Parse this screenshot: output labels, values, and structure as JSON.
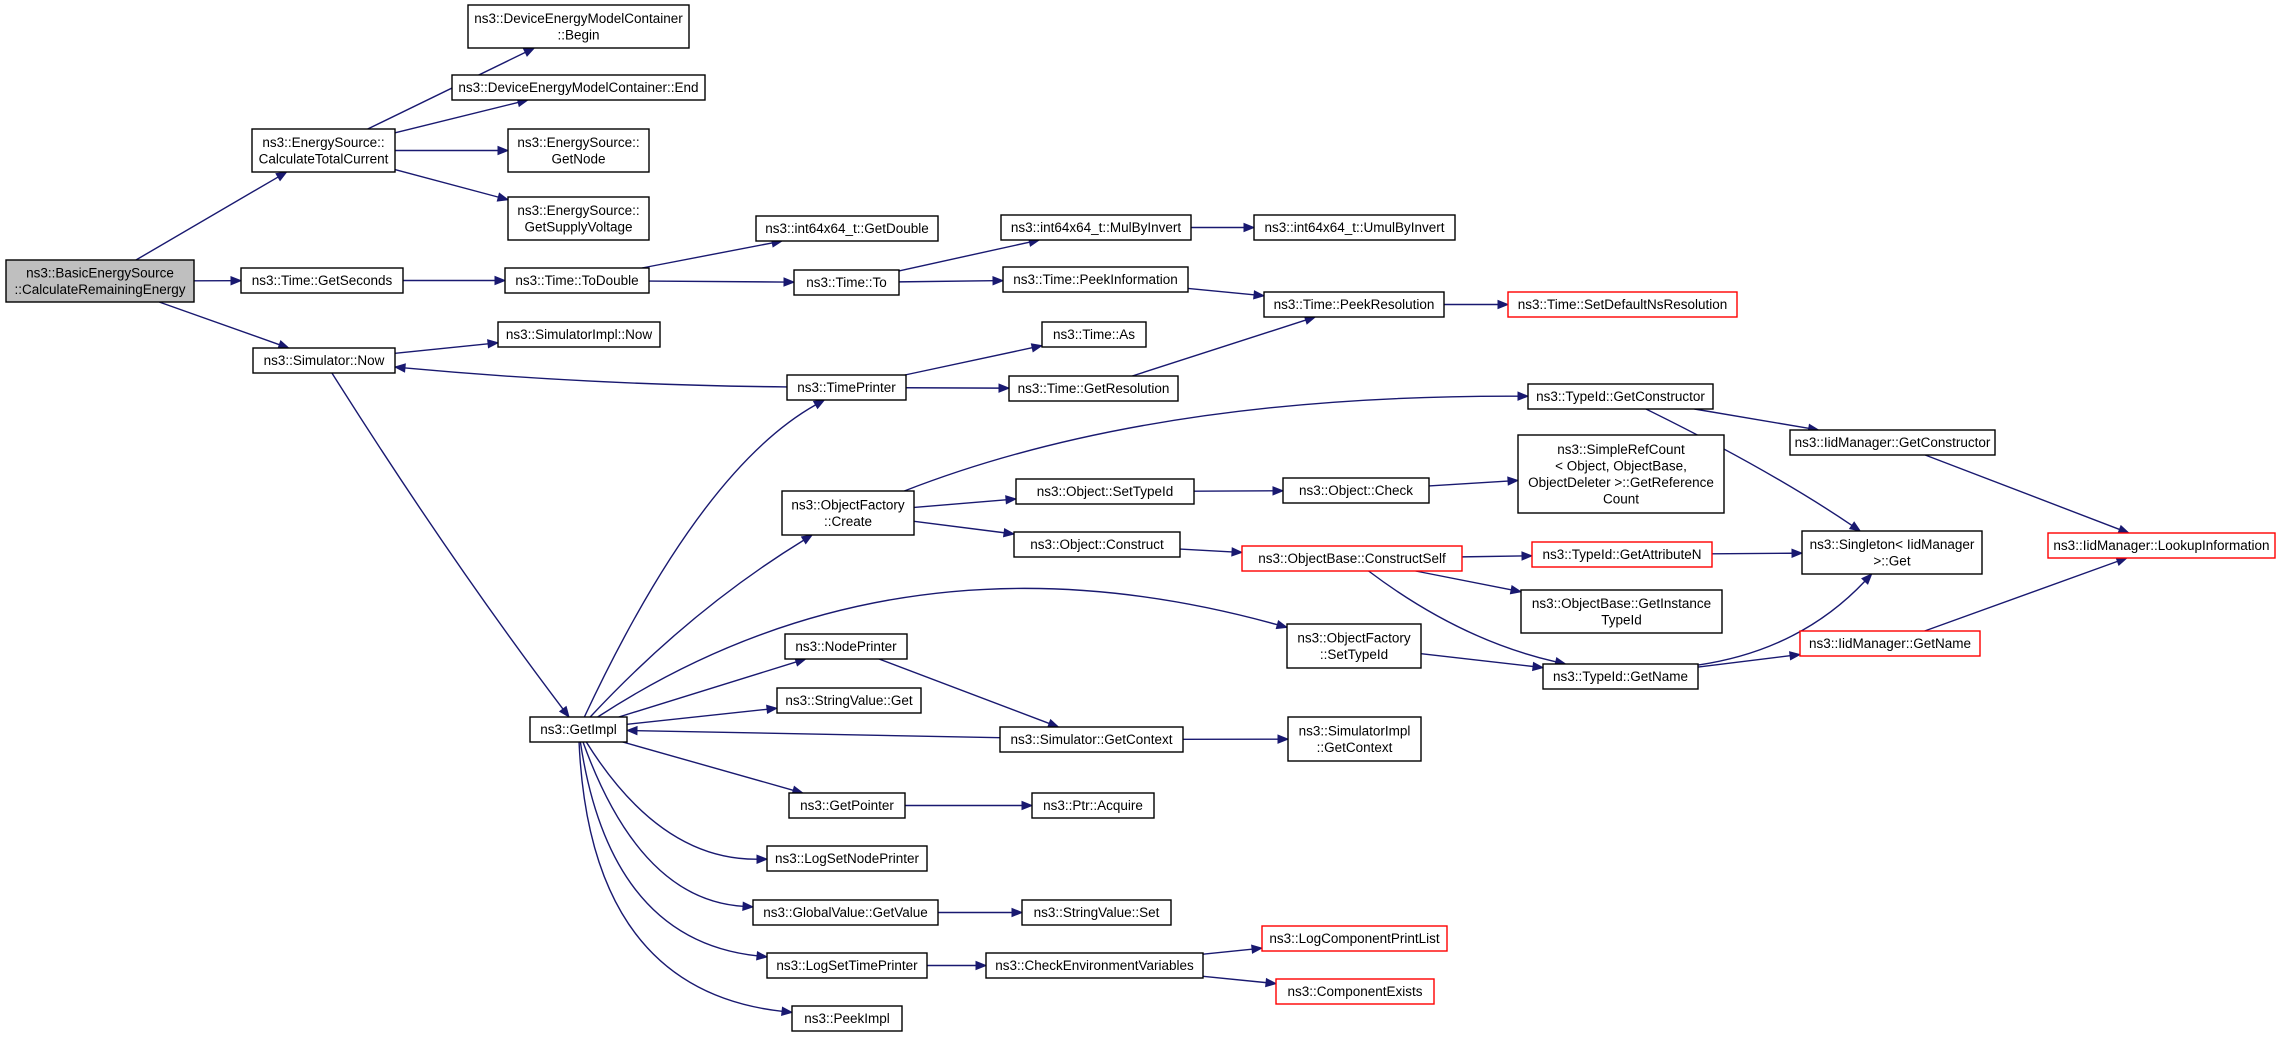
{
  "graph": {
    "nodes": [
      {
        "id": "root",
        "lines": [
          "ns3::BasicEnergySource",
          "::CalculateRemainingEnergy"
        ],
        "style": "current"
      },
      {
        "id": "es_total",
        "lines": [
          "ns3::EnergySource::",
          "CalculateTotalCurrent"
        ],
        "style": "normal"
      },
      {
        "id": "demc_begin",
        "lines": [
          "ns3::DeviceEnergyModelContainer",
          "::Begin"
        ],
        "style": "normal"
      },
      {
        "id": "demc_end",
        "lines": [
          "ns3::DeviceEnergyModelContainer::End"
        ],
        "style": "normal"
      },
      {
        "id": "es_getnode",
        "lines": [
          "ns3::EnergySource::",
          "GetNode"
        ],
        "style": "normal"
      },
      {
        "id": "es_supply",
        "lines": [
          "ns3::EnergySource::",
          "GetSupplyVoltage"
        ],
        "style": "normal"
      },
      {
        "id": "time_getseconds",
        "lines": [
          "ns3::Time::GetSeconds"
        ],
        "style": "normal"
      },
      {
        "id": "time_todouble",
        "lines": [
          "ns3::Time::ToDouble"
        ],
        "style": "normal"
      },
      {
        "id": "i64_getdouble",
        "lines": [
          "ns3::int64x64_t::GetDouble"
        ],
        "style": "normal"
      },
      {
        "id": "time_to",
        "lines": [
          "ns3::Time::To"
        ],
        "style": "normal"
      },
      {
        "id": "i64_mulbyinvert",
        "lines": [
          "ns3::int64x64_t::MulByInvert"
        ],
        "style": "normal"
      },
      {
        "id": "i64_umulbyinvert",
        "lines": [
          "ns3::int64x64_t::UmulByInvert"
        ],
        "style": "normal"
      },
      {
        "id": "time_peekinfo",
        "lines": [
          "ns3::Time::PeekInformation"
        ],
        "style": "normal"
      },
      {
        "id": "time_peekres",
        "lines": [
          "ns3::Time::PeekResolution"
        ],
        "style": "normal"
      },
      {
        "id": "time_setdefault",
        "lines": [
          "ns3::Time::SetDefaultNsResolution"
        ],
        "style": "truncated"
      },
      {
        "id": "sim_now",
        "lines": [
          "ns3::Simulator::Now"
        ],
        "style": "normal"
      },
      {
        "id": "simimpl_now",
        "lines": [
          "ns3::SimulatorImpl::Now"
        ],
        "style": "normal"
      },
      {
        "id": "timeprinter",
        "lines": [
          "ns3::TimePrinter"
        ],
        "style": "normal"
      },
      {
        "id": "time_as",
        "lines": [
          "ns3::Time::As"
        ],
        "style": "normal"
      },
      {
        "id": "time_getres",
        "lines": [
          "ns3::Time::GetResolution"
        ],
        "style": "normal"
      },
      {
        "id": "typeid_getctor",
        "lines": [
          "ns3::TypeId::GetConstructor"
        ],
        "style": "normal"
      },
      {
        "id": "iid_getctor",
        "lines": [
          "ns3::IidManager::GetConstructor"
        ],
        "style": "normal"
      },
      {
        "id": "simplerefcount",
        "lines": [
          "ns3::SimpleRefCount",
          "< Object, ObjectBase,",
          "ObjectDeleter >::GetReference",
          "Count"
        ],
        "style": "normal"
      },
      {
        "id": "of_create",
        "lines": [
          "ns3::ObjectFactory",
          "::Create"
        ],
        "style": "normal"
      },
      {
        "id": "obj_settypeid",
        "lines": [
          "ns3::Object::SetTypeId"
        ],
        "style": "normal"
      },
      {
        "id": "obj_check",
        "lines": [
          "ns3::Object::Check"
        ],
        "style": "normal"
      },
      {
        "id": "obj_construct",
        "lines": [
          "ns3::Object::Construct"
        ],
        "style": "normal"
      },
      {
        "id": "ob_constructself",
        "lines": [
          "ns3::ObjectBase::ConstructSelf"
        ],
        "style": "truncated"
      },
      {
        "id": "typeid_getattrn",
        "lines": [
          "ns3::TypeId::GetAttributeN"
        ],
        "style": "truncated"
      },
      {
        "id": "singleton_get",
        "lines": [
          "ns3::Singleton< IidManager",
          ">::Get"
        ],
        "style": "normal"
      },
      {
        "id": "iid_lookup",
        "lines": [
          "ns3::IidManager::LookupInformation"
        ],
        "style": "truncated"
      },
      {
        "id": "ob_getinstance",
        "lines": [
          "ns3::ObjectBase::GetInstance",
          "TypeId"
        ],
        "style": "normal"
      },
      {
        "id": "nodeprinter",
        "lines": [
          "ns3::NodePrinter"
        ],
        "style": "normal"
      },
      {
        "id": "of_settypeid",
        "lines": [
          "ns3::ObjectFactory",
          "::SetTypeId"
        ],
        "style": "normal"
      },
      {
        "id": "iid_getname",
        "lines": [
          "ns3::IidManager::GetName"
        ],
        "style": "truncated"
      },
      {
        "id": "typeid_getname",
        "lines": [
          "ns3::TypeId::GetName"
        ],
        "style": "normal"
      },
      {
        "id": "getimpl",
        "lines": [
          "ns3::GetImpl"
        ],
        "style": "normal"
      },
      {
        "id": "stringvalue_get",
        "lines": [
          "ns3::StringValue::Get"
        ],
        "style": "normal"
      },
      {
        "id": "sim_getcontext",
        "lines": [
          "ns3::Simulator::GetContext"
        ],
        "style": "normal"
      },
      {
        "id": "simimpl_getcontext",
        "lines": [
          "ns3::SimulatorImpl",
          "::GetContext"
        ],
        "style": "normal"
      },
      {
        "id": "getpointer",
        "lines": [
          "ns3::GetPointer"
        ],
        "style": "normal"
      },
      {
        "id": "ptr_acquire",
        "lines": [
          "ns3::Ptr::Acquire"
        ],
        "style": "normal"
      },
      {
        "id": "logsetnodeprinter",
        "lines": [
          "ns3::LogSetNodePrinter"
        ],
        "style": "normal"
      },
      {
        "id": "gv_getvalue",
        "lines": [
          "ns3::GlobalValue::GetValue"
        ],
        "style": "normal"
      },
      {
        "id": "stringvalue_set",
        "lines": [
          "ns3::StringValue::Set"
        ],
        "style": "normal"
      },
      {
        "id": "logcomp_printlist",
        "lines": [
          "ns3::LogComponentPrintList"
        ],
        "style": "truncated"
      },
      {
        "id": "logsettimeprinter",
        "lines": [
          "ns3::LogSetTimePrinter"
        ],
        "style": "normal"
      },
      {
        "id": "checkenv",
        "lines": [
          "ns3::CheckEnvironmentVariables"
        ],
        "style": "normal"
      },
      {
        "id": "compexists",
        "lines": [
          "ns3::ComponentExists"
        ],
        "style": "truncated"
      },
      {
        "id": "peekimpl",
        "lines": [
          "ns3::PeekImpl"
        ],
        "style": "normal"
      }
    ],
    "edges": [
      [
        "root",
        "es_total"
      ],
      [
        "root",
        "time_getseconds"
      ],
      [
        "root",
        "sim_now"
      ],
      [
        "es_total",
        "demc_begin"
      ],
      [
        "es_total",
        "demc_end"
      ],
      [
        "es_total",
        "es_getnode"
      ],
      [
        "es_total",
        "es_supply"
      ],
      [
        "time_getseconds",
        "time_todouble"
      ],
      [
        "time_todouble",
        "i64_getdouble"
      ],
      [
        "time_todouble",
        "time_to"
      ],
      [
        "time_to",
        "i64_mulbyinvert"
      ],
      [
        "time_to",
        "time_peekinfo"
      ],
      [
        "i64_mulbyinvert",
        "i64_umulbyinvert"
      ],
      [
        "time_peekinfo",
        "time_peekres"
      ],
      [
        "time_peekres",
        "time_setdefault"
      ],
      [
        "sim_now",
        "simimpl_now"
      ],
      [
        "sim_now",
        "getimpl"
      ],
      [
        "timeprinter",
        "sim_now"
      ],
      [
        "timeprinter",
        "time_as"
      ],
      [
        "timeprinter",
        "time_getres"
      ],
      [
        "time_getres",
        "time_peekres"
      ],
      [
        "getimpl",
        "timeprinter"
      ],
      [
        "getimpl",
        "of_create"
      ],
      [
        "getimpl",
        "of_settypeid"
      ],
      [
        "getimpl",
        "nodeprinter"
      ],
      [
        "getimpl",
        "stringvalue_get"
      ],
      [
        "getimpl",
        "getpointer"
      ],
      [
        "getimpl",
        "logsetnodeprinter"
      ],
      [
        "getimpl",
        "gv_getvalue"
      ],
      [
        "getimpl",
        "logsettimeprinter"
      ],
      [
        "getimpl",
        "peekimpl"
      ],
      [
        "sim_getcontext",
        "getimpl"
      ],
      [
        "sim_getcontext",
        "simimpl_getcontext"
      ],
      [
        "nodeprinter",
        "sim_getcontext"
      ],
      [
        "of_create",
        "typeid_getctor"
      ],
      [
        "of_create",
        "obj_settypeid"
      ],
      [
        "of_create",
        "obj_construct"
      ],
      [
        "obj_settypeid",
        "obj_check"
      ],
      [
        "obj_check",
        "simplerefcount"
      ],
      [
        "obj_construct",
        "ob_constructself"
      ],
      [
        "ob_constructself",
        "typeid_getattrn"
      ],
      [
        "ob_constructself",
        "ob_getinstance"
      ],
      [
        "ob_constructself",
        "typeid_getname"
      ],
      [
        "typeid_getattrn",
        "singleton_get"
      ],
      [
        "typeid_getctor",
        "iid_getctor"
      ],
      [
        "typeid_getctor",
        "singleton_get"
      ],
      [
        "iid_getctor",
        "iid_lookup"
      ],
      [
        "of_settypeid",
        "typeid_getname"
      ],
      [
        "typeid_getname",
        "singleton_get"
      ],
      [
        "typeid_getname",
        "iid_getname"
      ],
      [
        "iid_getname",
        "iid_lookup"
      ],
      [
        "getpointer",
        "ptr_acquire"
      ],
      [
        "gv_getvalue",
        "stringvalue_set"
      ],
      [
        "logsettimeprinter",
        "checkenv"
      ],
      [
        "checkenv",
        "logcomp_printlist"
      ],
      [
        "checkenv",
        "compexists"
      ]
    ]
  }
}
